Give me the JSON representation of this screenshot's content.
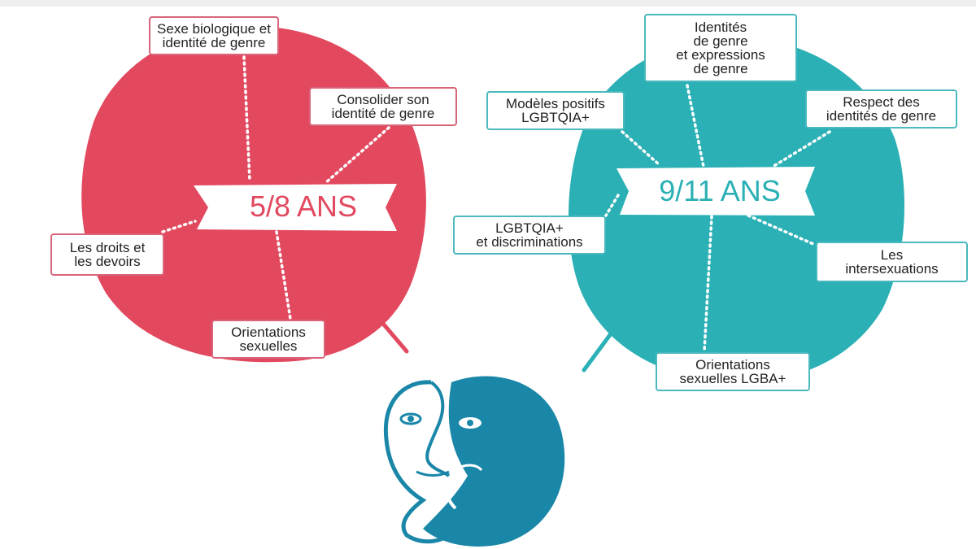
{
  "colors": {
    "red": "#e2495f",
    "teal": "#2bb0b5",
    "face_blue": "#1a87a8"
  },
  "left_group": {
    "age_label": "5/8 ANS",
    "topics": [
      "Sexe biologique et\nidentité de genre",
      "Consolider son\nidentité de genre",
      "Les droits et\nles devoirs",
      "Orientations\nsexuelles"
    ]
  },
  "right_group": {
    "age_label": "9/11 ANS",
    "topics": [
      "Identités\nde genre\net expressions\nde genre",
      "Modèles positifs\nLGBTQIA+",
      "Respect des\nidentités de genre",
      "LGBTQIA+\net discriminations",
      "Les\nintersexuations",
      "Orientations\nsexuelles LGBA+"
    ]
  }
}
